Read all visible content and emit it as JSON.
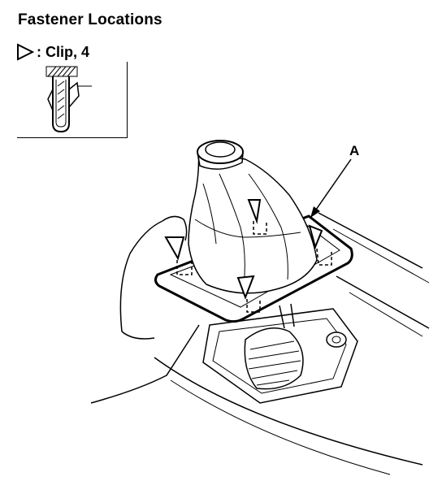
{
  "figure": {
    "title": "Fastener Locations",
    "legend": {
      "symbol": "triangle-outline-icon",
      "label": ": Clip, 4"
    },
    "callout_a": "A"
  }
}
